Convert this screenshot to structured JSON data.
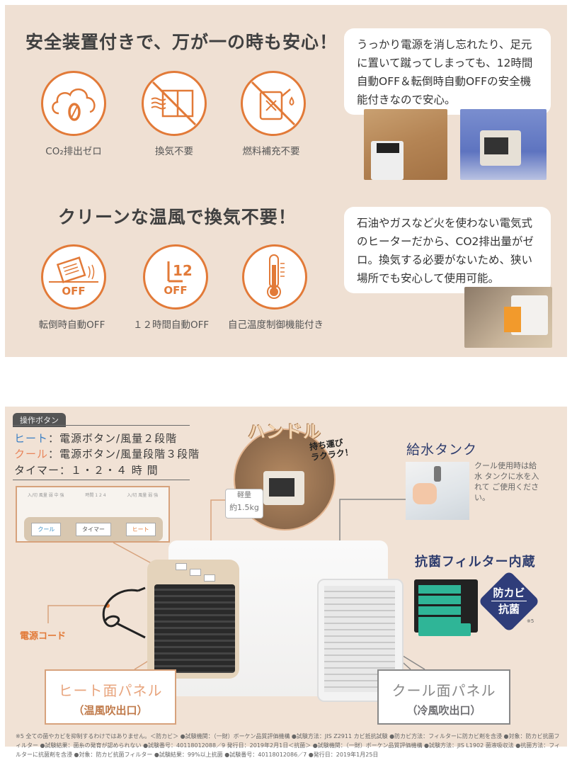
{
  "safety_section": {
    "title": "安全装置付きで、万が一の時も安心！",
    "icons": [
      {
        "name": "co2-zero",
        "label": "CO₂排出ゼロ"
      },
      {
        "name": "no-ventilation",
        "label": "換気不要"
      },
      {
        "name": "no-refuel",
        "label": "燃料補充不要"
      }
    ],
    "bubble_text": "うっかり電源を消し忘れたり、足元に置いて蹴ってしまっても、12時間自動OFF＆転倒時自動OFFの安全機能付きなので安心。"
  },
  "clean_section": {
    "title": "クリーンな温風で換気不要！",
    "icons": [
      {
        "name": "tip-over-off",
        "label": "転倒時自動OFF",
        "badge": "OFF"
      },
      {
        "name": "timer-12h-off",
        "label": "１２時間自動OFF",
        "badge": "OFF",
        "hour": "12"
      },
      {
        "name": "thermostat",
        "label": "自己温度制御機能付き"
      }
    ],
    "bubble_text": "石油やガスなど火を使わない電気式のヒーターだから、CO2排出量がゼロ。換気する必要がないため、狭い場所でも安心して使用可能。"
  },
  "product_section": {
    "buttons_tag": "操作ボタン",
    "specs": [
      {
        "label": "ヒート",
        "sep": "：",
        "value": "電源ボタン/風量２段階",
        "color": "#3b7fc4"
      },
      {
        "label": "クール",
        "sep": "：",
        "value": "電源ボタン/風量段階３段階",
        "color": "#e8845a"
      },
      {
        "label": "タイマー",
        "sep": "：",
        "value": "１・２・４ 時 間",
        "color": "#3a3a3a"
      }
    ],
    "panel_buttons": [
      "クール",
      "タイマー",
      "ヒート"
    ],
    "panel_small_labels": [
      "入/切 風量 弱 中 強",
      "時間 1 2 4",
      "入/切 風量 弱 強"
    ],
    "handle": {
      "title": "ハンドル",
      "tagline": "持ち運び\nラクラク！",
      "weight_label": "軽量",
      "weight_value": "約1.5kg"
    },
    "water_tank": {
      "title": "給水タンク",
      "description": "クール使用時は給 水 タンクに水を入れて ご使用ください。"
    },
    "filter": {
      "title": "抗菌フィルター内蔵",
      "badge_top": "防カビ",
      "badge_bottom": "抗菌",
      "note_mark": "※5"
    },
    "power_cord_label": "電源コード",
    "heat_panel": {
      "title": "ヒート面パネル",
      "subtitle": "（温風吹出口）"
    },
    "cool_panel": {
      "title": "クール面パネル",
      "subtitle": "（冷風吹出口）"
    },
    "footnote": "※5 全ての菌やカビを抑制するわけではありません。＜防カビ＞ ●試験機関：（一財）ボーケン品質評価機構 ●試験方法：JIS Z2911 カビ抵抗試験 ●防カビ方法：フィルターに防カビ剤を含浸 ●対象：防カビ抗菌フィルター ●試験結果：菌糸の発育が認められない ●試験番号：40118012088／9 発行日：2019年2月1日＜抗菌＞ ●試験機関：（一財）ボーケン品質評価機構 ●試験方法：JIS L1902 菌液吸収法 ●抗菌方法：フィルターに抗菌剤を含浸 ●対象：防カビ抗菌フィルター ●試験結果：99%以上抗菌 ●試験番号：40118012086／7 ●発行日：2019年1月25日"
  },
  "colors": {
    "accent_orange": "#e27a38",
    "navy": "#2f3d6e",
    "beige_bg": "#efe0d3"
  }
}
